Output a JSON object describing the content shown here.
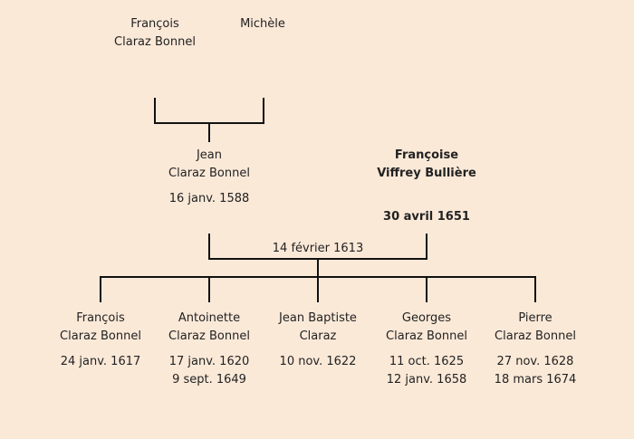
{
  "grandparents": {
    "father": {
      "given": "François",
      "surname": "Claraz Bonnel"
    },
    "mother": {
      "given": "Michèle"
    }
  },
  "parents": {
    "father": {
      "given": "Jean",
      "surname": "Claraz Bonnel",
      "birth": "16 janv. 1588"
    },
    "mother": {
      "given": "Françoise",
      "surname": "Viffrey Bullière",
      "death": "30 avril 1651"
    },
    "marriage_date": "14 février 1613"
  },
  "children": [
    {
      "given": "François",
      "surname": "Claraz Bonnel",
      "birth": "24 janv. 1617",
      "death": ""
    },
    {
      "given": "Antoinette",
      "surname": "Claraz Bonnel",
      "birth": "17 janv. 1620",
      "death": "9 sept. 1649"
    },
    {
      "given": "Jean Baptiste",
      "surname": "Claraz",
      "birth": "10 nov. 1622",
      "death": ""
    },
    {
      "given": "Georges",
      "surname": "Claraz Bonnel",
      "birth": "11 oct. 1625",
      "death": "12 janv. 1658"
    },
    {
      "given": "Pierre",
      "surname": "Claraz Bonnel",
      "birth": "27 nov. 1628",
      "death": "18 mars 1674"
    }
  ]
}
